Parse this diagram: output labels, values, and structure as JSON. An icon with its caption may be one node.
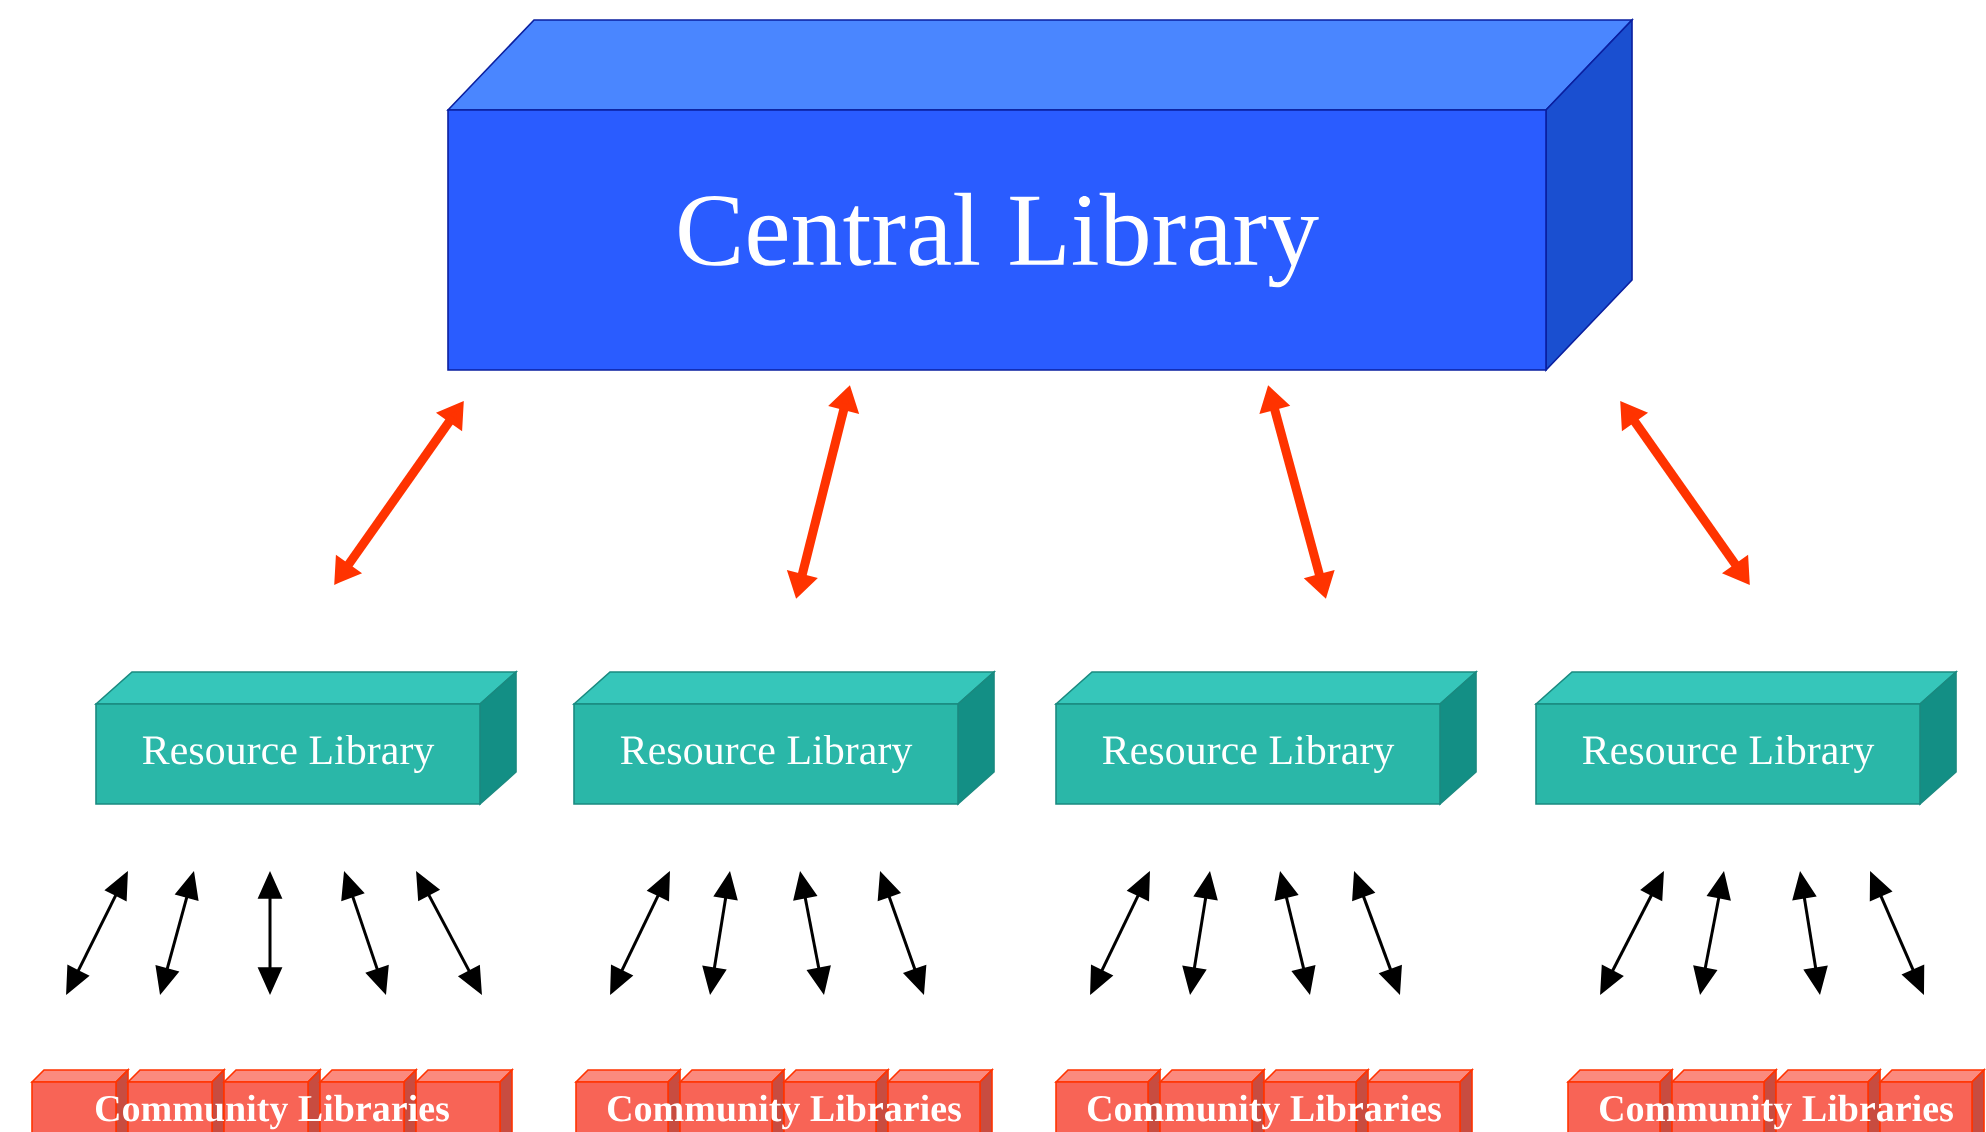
{
  "diagram": {
    "nodes": [
      {
        "text": [
          "Central Library"
        ]
      },
      {
        "text": [
          "Resource Library"
        ]
      },
      {
        "text": [
          "Resource Library"
        ]
      },
      {
        "text": [
          "Resource Library"
        ]
      },
      {
        "text": [
          "Resource Library"
        ]
      },
      {
        "text": [],
        "shape": "box"
      },
      {
        "text": [],
        "shape": "box"
      },
      {
        "text": [],
        "shape": "box"
      },
      {
        "text": [],
        "shape": "box"
      },
      {
        "text": [],
        "shape": "box"
      },
      {
        "text": [],
        "shape": "box"
      },
      {
        "text": [],
        "shape": "box"
      },
      {
        "text": [],
        "shape": "box"
      },
      {
        "text": [],
        "shape": "box"
      },
      {
        "text": [],
        "shape": "box"
      },
      {
        "text": [],
        "shape": "box"
      },
      {
        "text": [],
        "shape": "box"
      },
      {
        "text": [],
        "shape": "box"
      },
      {
        "text": [],
        "shape": "box"
      },
      {
        "text": [],
        "shape": "box"
      },
      {
        "text": [],
        "shape": "box"
      },
      {
        "text": [],
        "shape": "box"
      }
    ],
    "edges": [
      {
        "from": 0,
        "to": 1,
        "arrow": "both",
        "style": "thick",
        "color": "#ff3300"
      },
      {
        "from": 0,
        "to": 2,
        "arrow": "both",
        "style": "thick",
        "color": "#ff3300"
      },
      {
        "from": 0,
        "to": 3,
        "arrow": "both",
        "style": "thick",
        "color": "#ff3300"
      },
      {
        "from": 0,
        "to": 4,
        "arrow": "both",
        "style": "thick",
        "color": "#ff3300"
      },
      {
        "from": 1,
        "to": 5,
        "arrow": "both"
      },
      {
        "from": 1,
        "to": 6,
        "arrow": "both"
      },
      {
        "from": 1,
        "to": 7,
        "arrow": "both"
      },
      {
        "from": 1,
        "to": 8,
        "arrow": "both"
      },
      {
        "from": 1,
        "to": 9,
        "arrow": "both"
      },
      {
        "from": 2,
        "to": 10,
        "arrow": "both"
      },
      {
        "from": 2,
        "to": 11,
        "arrow": "both"
      },
      {
        "from": 2,
        "to": 12,
        "arrow": "both"
      },
      {
        "from": 2,
        "to": 13,
        "arrow": "both"
      },
      {
        "from": 3,
        "to": 14,
        "arrow": "both"
      },
      {
        "from": 3,
        "to": 15,
        "arrow": "both"
      },
      {
        "from": 3,
        "to": 16,
        "arrow": "both"
      },
      {
        "from": 3,
        "to": 17,
        "arrow": "both"
      },
      {
        "from": 4,
        "to": 18,
        "arrow": "both"
      },
      {
        "from": 4,
        "to": 19,
        "arrow": "both"
      },
      {
        "from": 4,
        "to": 20,
        "arrow": "both"
      },
      {
        "from": 4,
        "to": 21,
        "arrow": "both"
      }
    ],
    "labels": [
      "Community Libraries",
      "Community Libraries",
      "Community Libraries",
      "Community Libraries"
    ]
  }
}
